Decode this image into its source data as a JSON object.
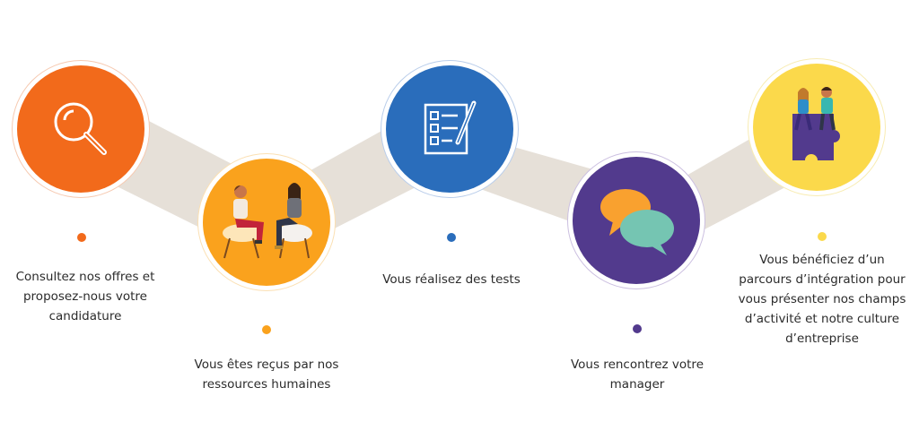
{
  "steps": [
    {
      "caption": "Consultez nos offres et proposez-nous votre candidature",
      "color": "#f26a1b",
      "icon": "magnifier-icon"
    },
    {
      "caption": "Vous êtes reçus par nos ressources humaines",
      "color": "#faa21d",
      "icon": "interview-people-icon"
    },
    {
      "caption": "Vous réalisez des tests",
      "color": "#2a6dbb",
      "icon": "checklist-icon"
    },
    {
      "caption": "Vous rencontrez votre manager",
      "color": "#523a8d",
      "icon": "chat-bubbles-icon"
    },
    {
      "caption": "Vous bénéficiez d’un parcours d’intégration pour vous présenter nos champs d’activité et notre culture d’entreprise",
      "color": "#fbd94b",
      "icon": "puzzle-team-icon"
    }
  ],
  "connector_color": "#e6e0d8"
}
